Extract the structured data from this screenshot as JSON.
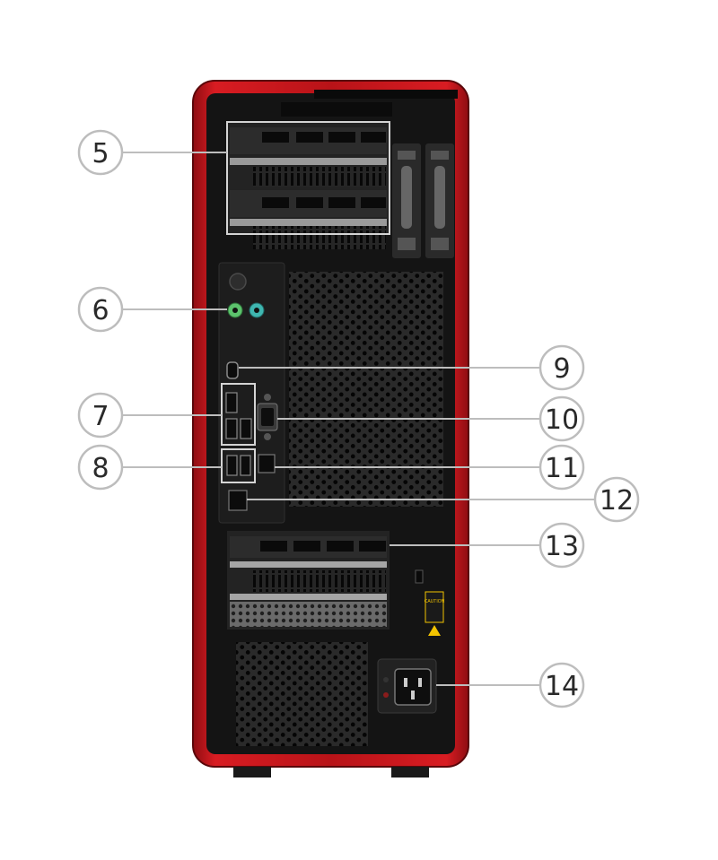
{
  "diagram": {
    "callouts": [
      {
        "num": "5"
      },
      {
        "num": "6"
      },
      {
        "num": "7"
      },
      {
        "num": "8"
      },
      {
        "num": "9"
      },
      {
        "num": "10"
      },
      {
        "num": "11"
      },
      {
        "num": "12"
      },
      {
        "num": "13"
      },
      {
        "num": "14"
      }
    ],
    "label_text": {
      "caution": "CAUTION"
    },
    "colors": {
      "chassis_red": "#c4141b",
      "chassis_dark": "#141414",
      "panel": "#1d1d1d",
      "audio_green": "#5cc26c",
      "audio_teal": "#3fb6b0",
      "warning_yellow": "#f2c300",
      "callout_line": "#bdbdbd"
    }
  }
}
